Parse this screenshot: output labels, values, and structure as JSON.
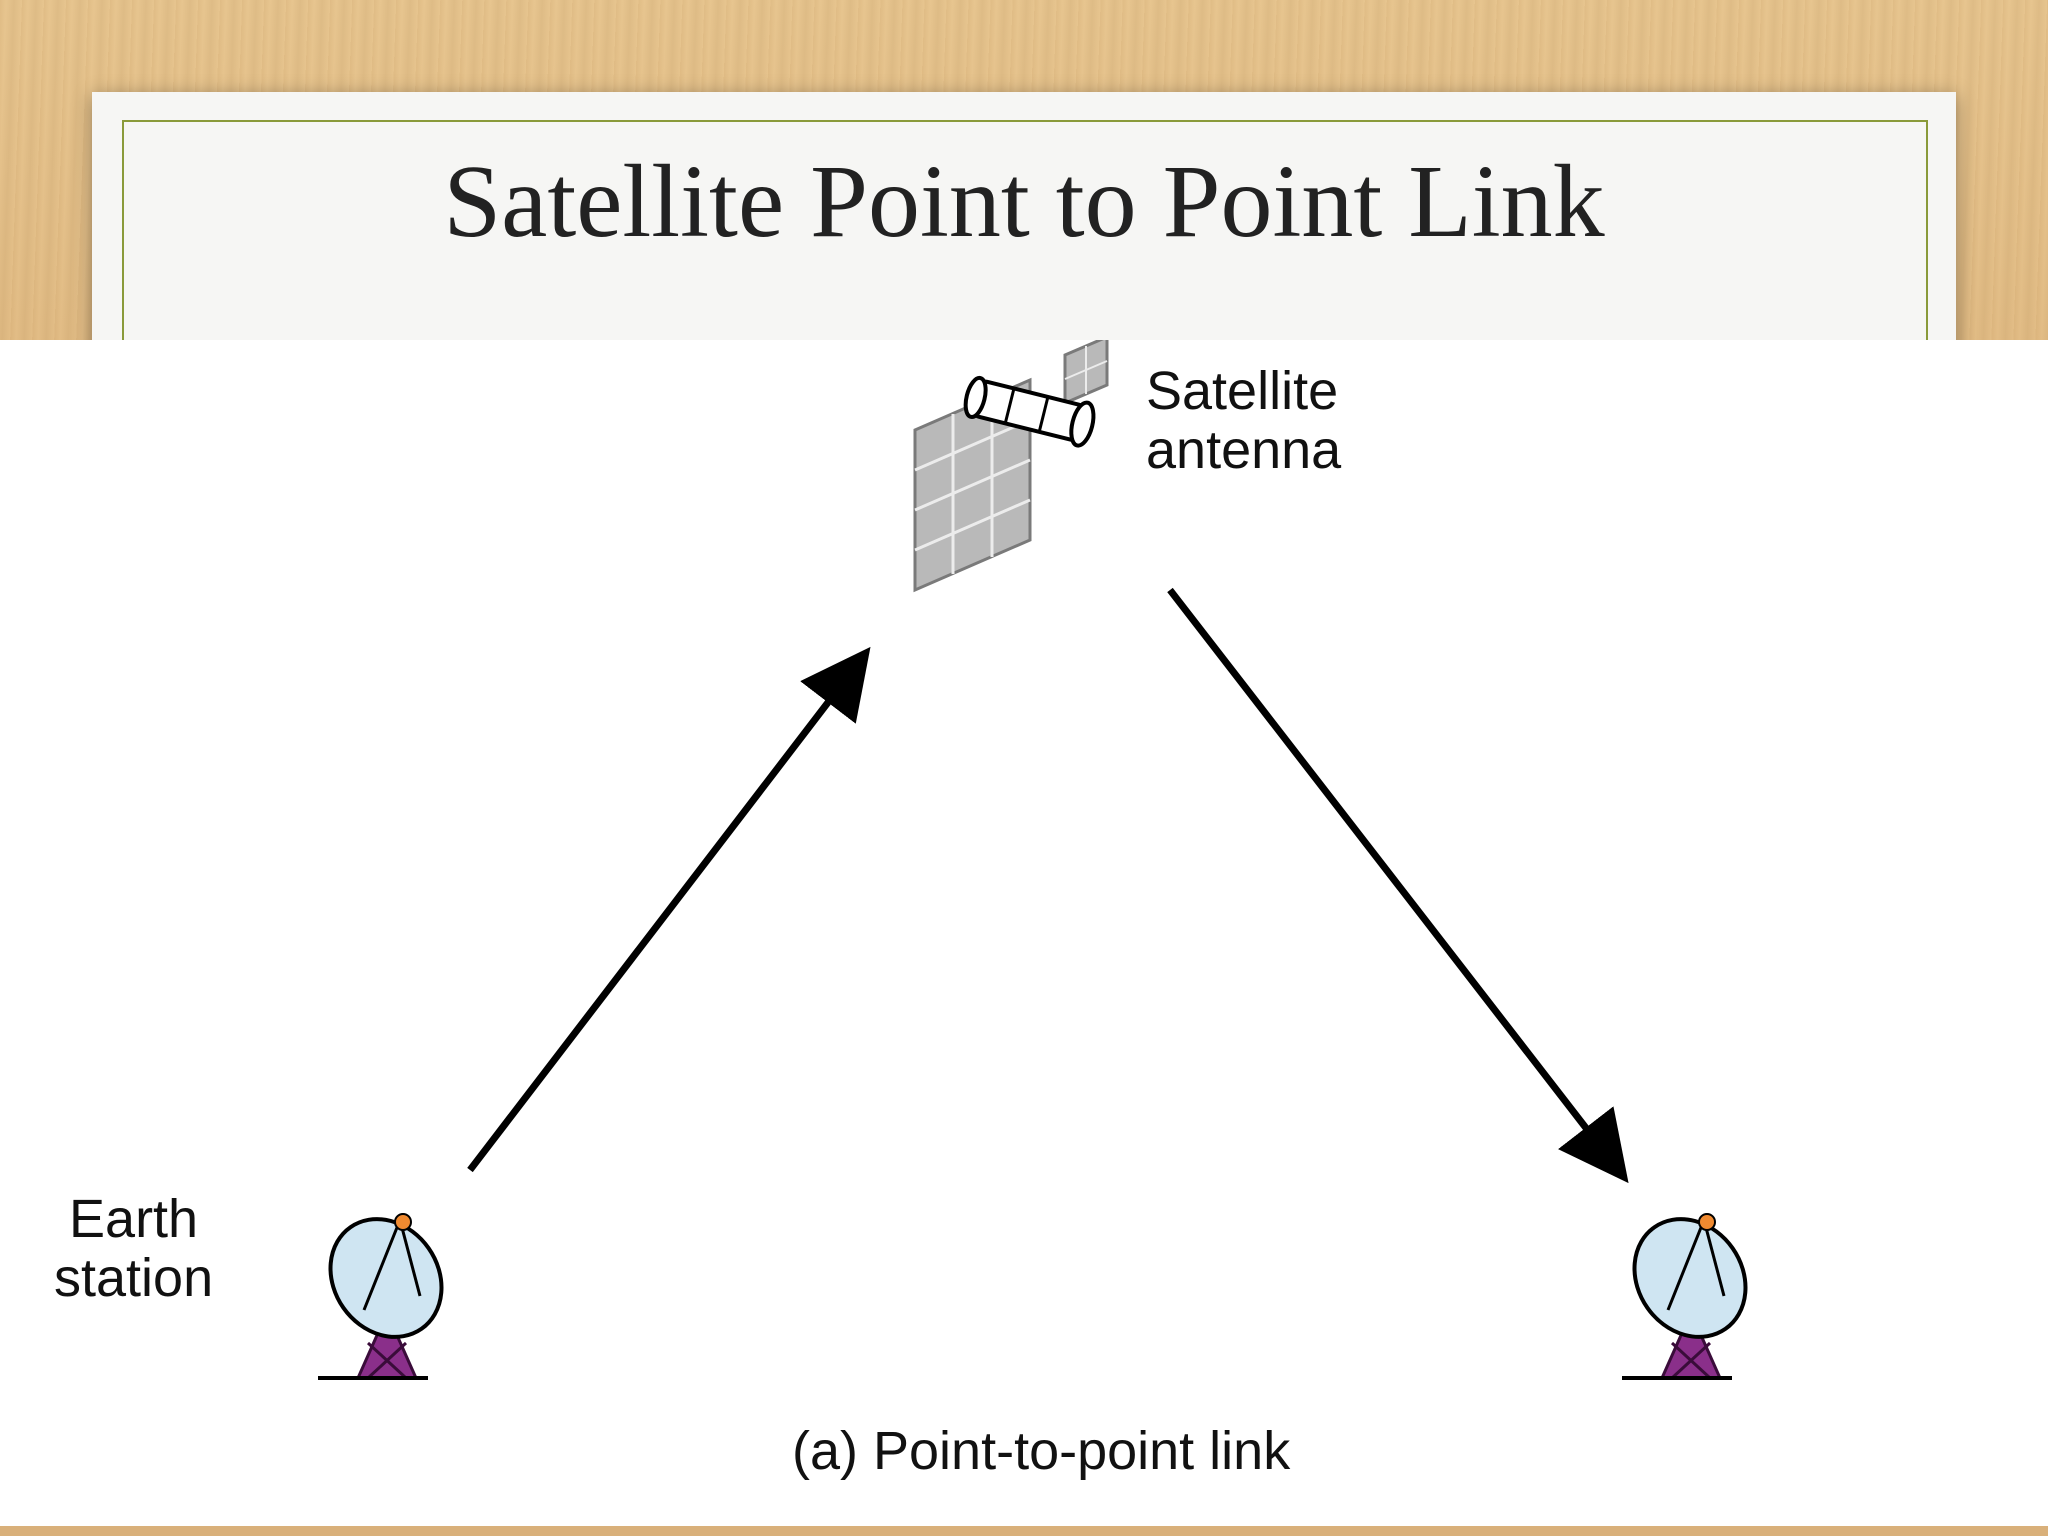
{
  "slide": {
    "title": "Satellite Point to Point Link"
  },
  "diagram": {
    "satellite_label_line1": "Satellite",
    "satellite_label_line2": "antenna",
    "earth_label_line1": "Earth",
    "earth_label_line2": "station",
    "caption": "(a) Point-to-point link",
    "icons": [
      "satellite-icon",
      "satellite-dish-icon",
      "satellite-dish-icon"
    ]
  }
}
